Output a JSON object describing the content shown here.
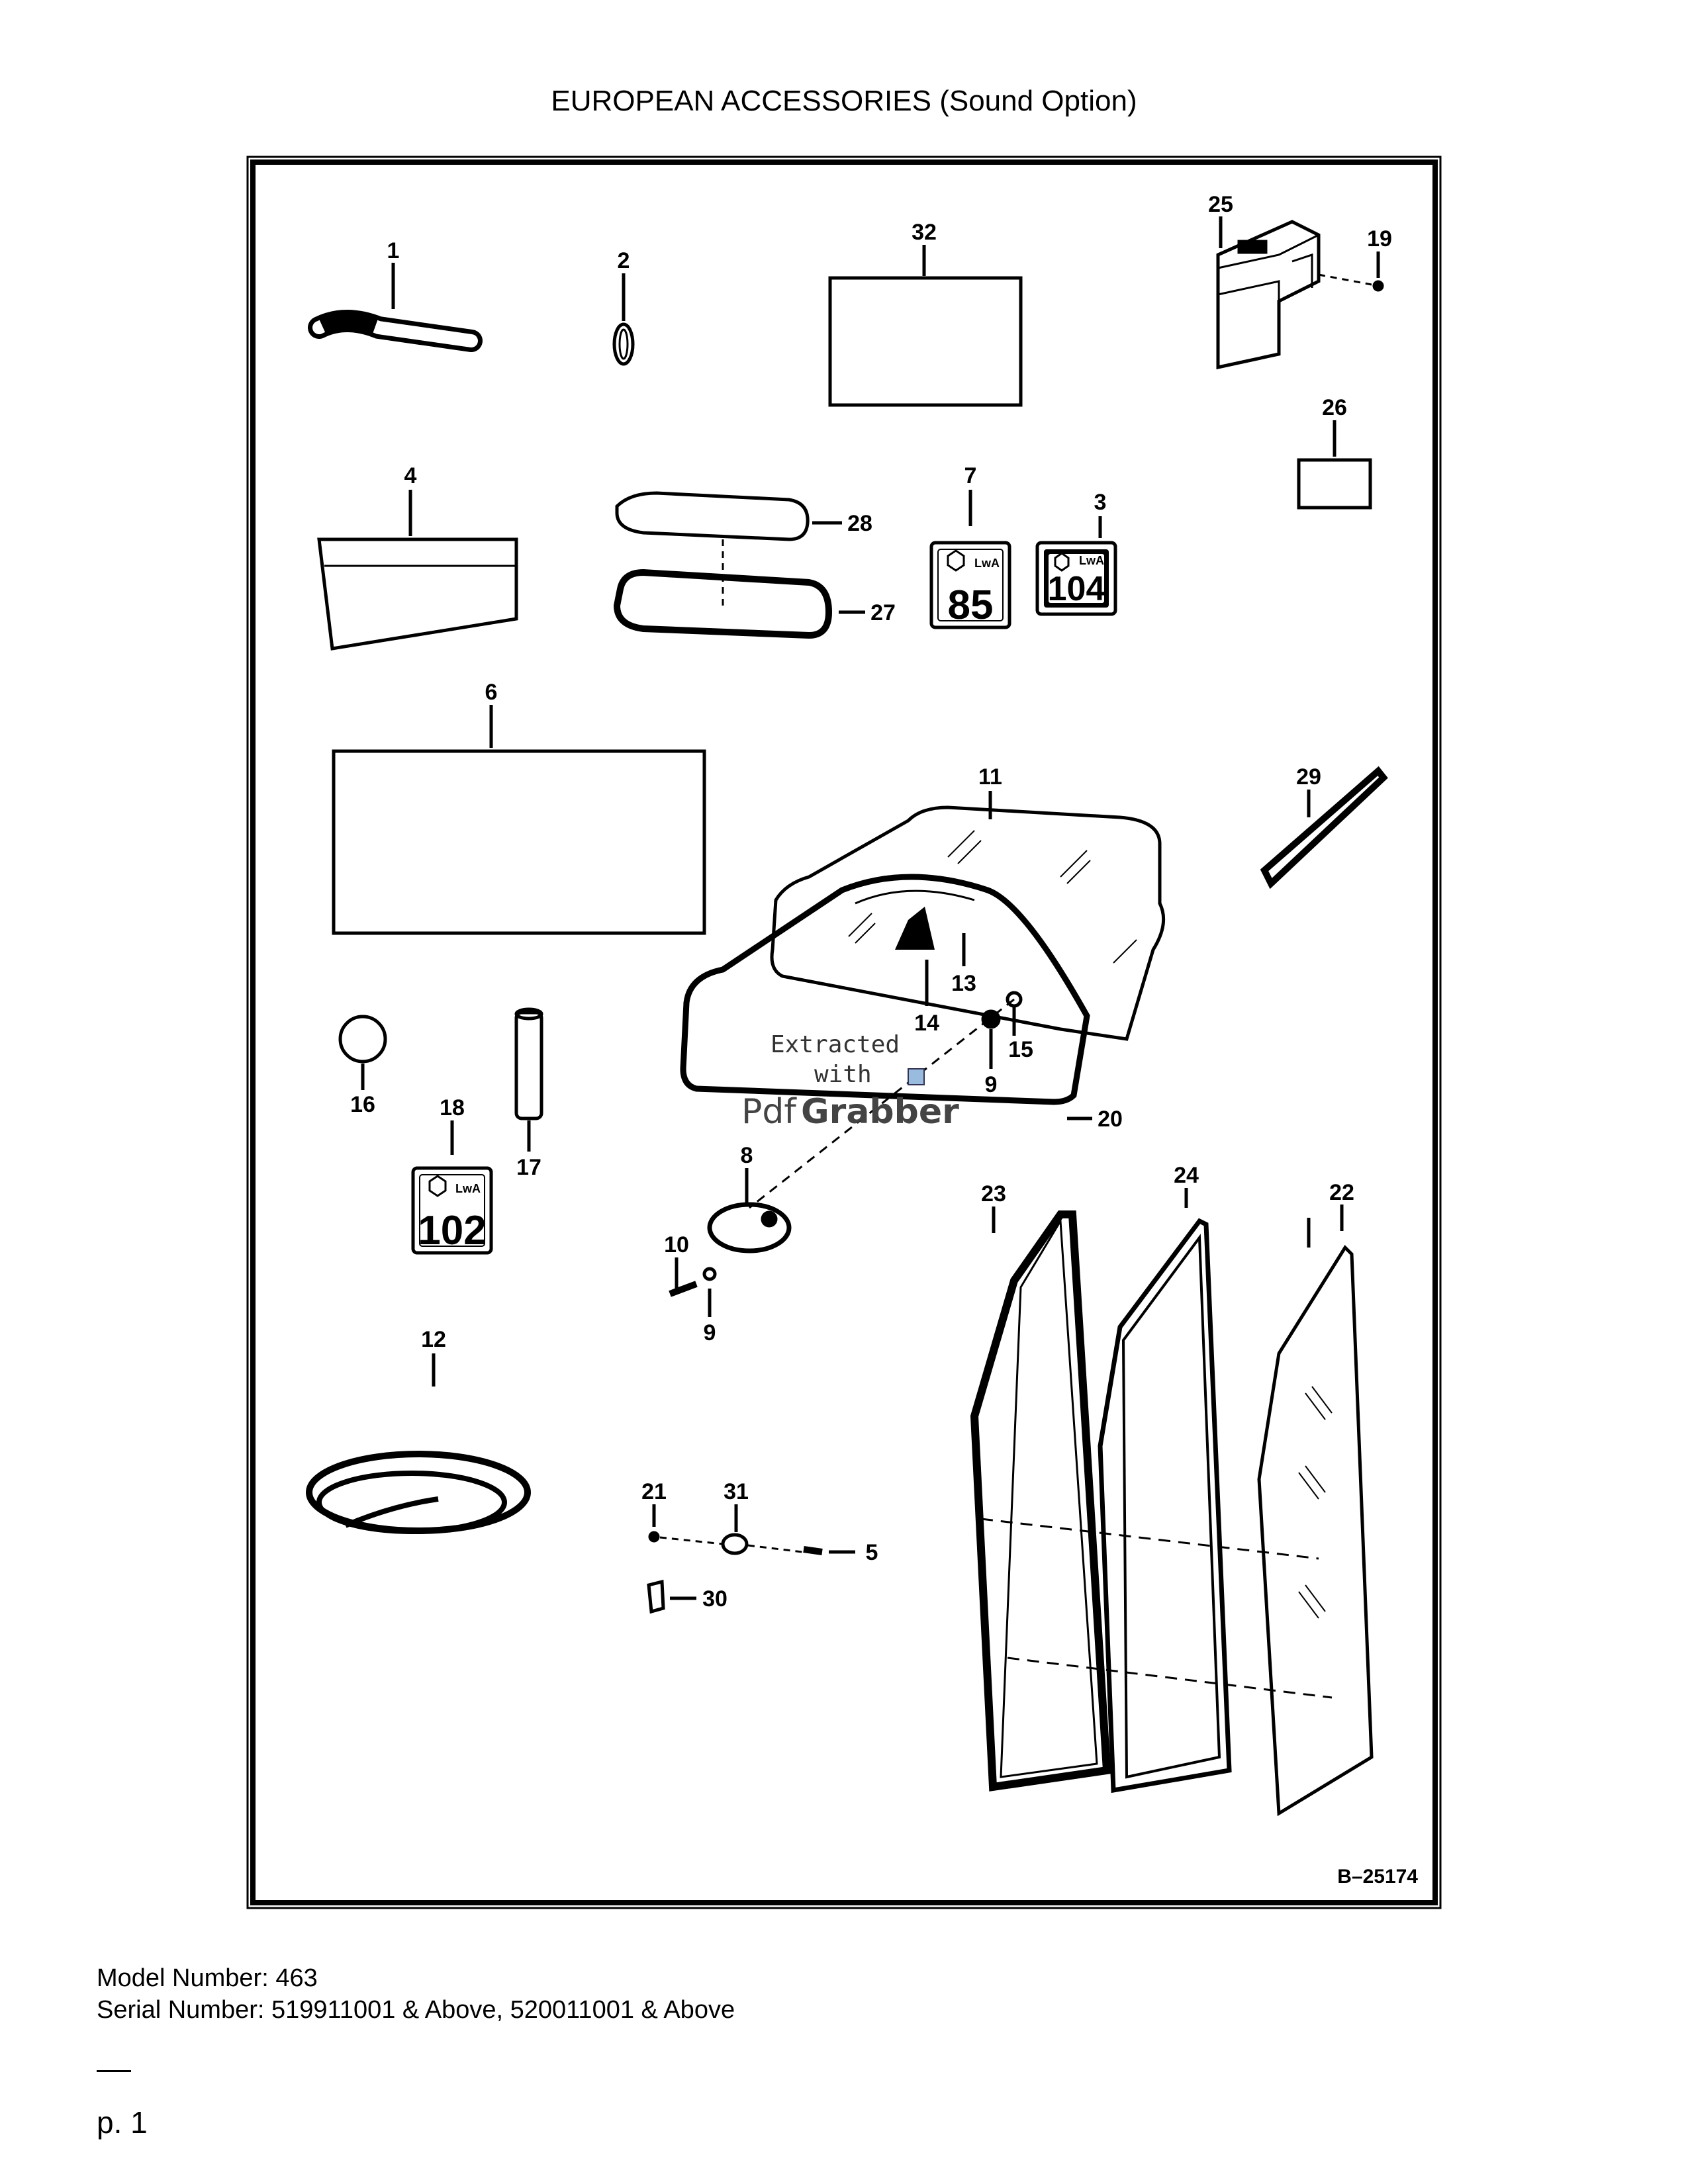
{
  "title": "EUROPEAN ACCESSORIES (Sound Option)",
  "figure_code": "B–25174",
  "part_labels": [
    "1",
    "2",
    "3",
    "4",
    "5",
    "6",
    "7",
    "8",
    "9",
    "9",
    "10",
    "11",
    "12",
    "13",
    "14",
    "15",
    "16",
    "17",
    "18",
    "19",
    "20",
    "21",
    "22",
    "23",
    "24",
    "25",
    "26",
    "27",
    "28",
    "29",
    "30",
    "31",
    "32"
  ],
  "decal_values": {
    "decal_7": "85",
    "decal_3": "104",
    "decal_18": "102",
    "decal_unit": "LwA"
  },
  "watermark": {
    "line1": "Extracted",
    "line2": "with",
    "brand_a": "Pdf",
    "brand_b": "Grabber"
  },
  "footer": {
    "model": "Model Number: 463",
    "serial": "Serial Number: 519911001 & Above, 520011001 & Above",
    "page": "p. 1"
  }
}
